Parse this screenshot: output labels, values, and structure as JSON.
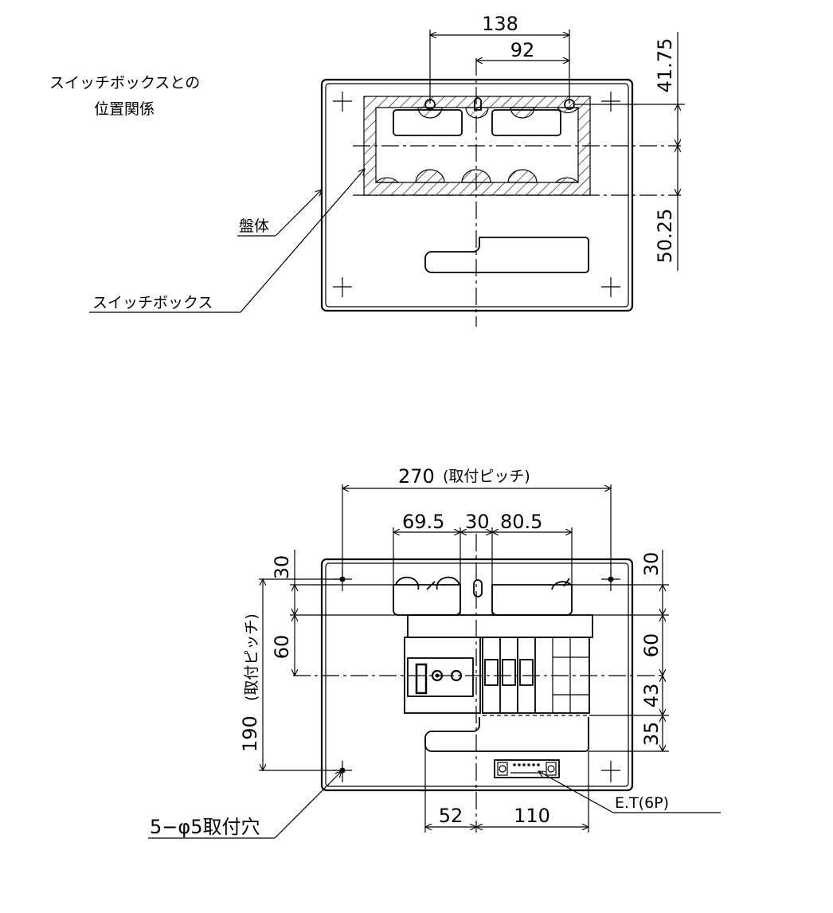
{
  "top_view": {
    "title_line1": "スイッチボックスとの",
    "title_line2": "位置関係",
    "label_panel": "盤体",
    "label_switchbox": "スイッチボックス",
    "dim_138": "138",
    "dim_92": "92",
    "dim_41_75": "41.75",
    "dim_50_25": "50.25"
  },
  "bottom_view": {
    "dim_270": "270",
    "dim_270_note": "(取付ピッチ)",
    "dim_69_5": "69.5",
    "dim_30_mid": "30",
    "dim_80_5": "80.5",
    "dim_30_left": "30",
    "dim_60_left": "60",
    "dim_190": "190",
    "dim_190_note": "(取付ピッチ)",
    "dim_30_right": "30",
    "dim_60_right": "60",
    "dim_43": "43",
    "dim_35": "35",
    "dim_52": "52",
    "dim_110": "110",
    "label_et": "E.T(6P)",
    "label_holes": "5−φ5取付穴"
  }
}
